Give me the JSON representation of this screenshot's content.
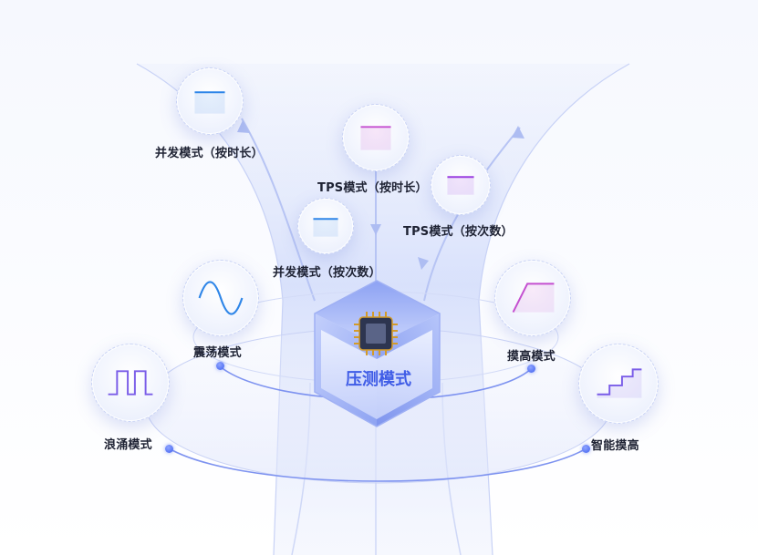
{
  "center": {
    "title": "压测模式",
    "icon": "chip-icon"
  },
  "modes": [
    {
      "id": "concurrency-duration",
      "label": "并发模式（按时长）",
      "icon": "flat-line-icon",
      "color": "#2f86e8"
    },
    {
      "id": "tps-duration",
      "label": "TPS模式（按时长）",
      "icon": "flat-line-icon",
      "color": "#c44fd0"
    },
    {
      "id": "tps-count",
      "label": "TPS模式（按次数）",
      "icon": "flat-line-icon",
      "color": "#9a3fe0"
    },
    {
      "id": "concurrency-count",
      "label": "并发模式（按次数）",
      "icon": "flat-line-icon",
      "color": "#2f86e8"
    },
    {
      "id": "oscillation",
      "label": "震荡模式",
      "icon": "sine-wave-icon",
      "color": "#2f86e8"
    },
    {
      "id": "ramp",
      "label": "摸高模式",
      "icon": "ramp-up-icon",
      "color": "#c44fd0"
    },
    {
      "id": "surge",
      "label": "浪涌模式",
      "icon": "square-wave-icon",
      "color": "#7a5de8"
    },
    {
      "id": "smart-ramp",
      "label": "智能摸高",
      "icon": "staircase-icon",
      "color": "#7a5de8"
    }
  ],
  "colors": {
    "accent": "#3f5ce6",
    "ring": "#6f86f0"
  }
}
